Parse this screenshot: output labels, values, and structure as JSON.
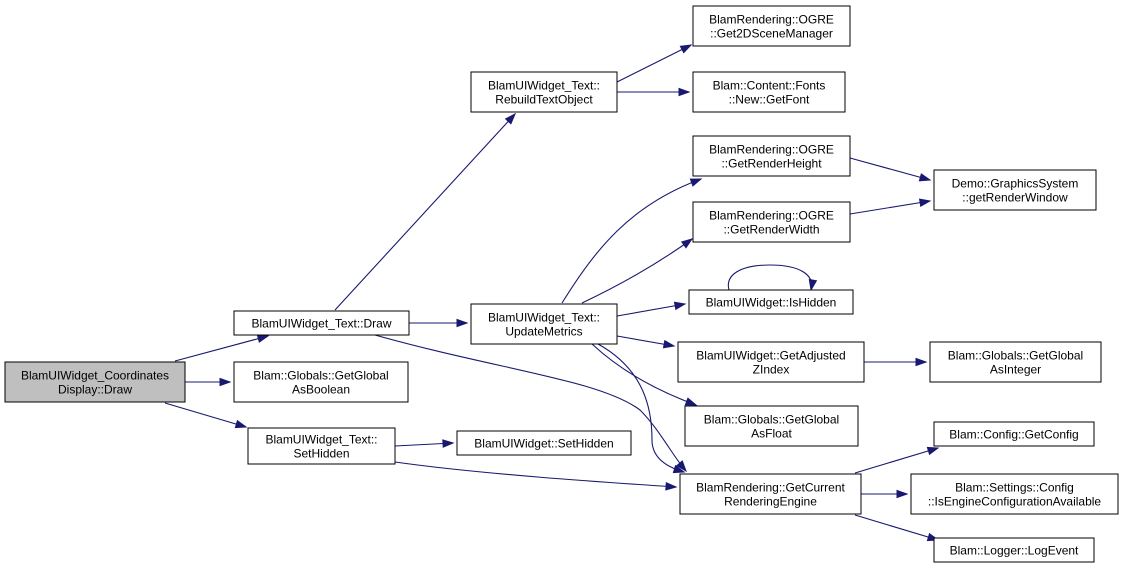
{
  "colors": {
    "edge": "#191970",
    "node_fill": "#ffffff",
    "root_fill": "#bfbfbf",
    "node_border": "#000000",
    "background": "#ffffff"
  },
  "nodes": [
    {
      "id": "root",
      "lines": [
        "BlamUIWidget_Coordinates",
        "Display::Draw"
      ],
      "root": true
    },
    {
      "id": "text_draw",
      "lines": [
        "BlamUIWidget_Text::Draw"
      ]
    },
    {
      "id": "get_bool",
      "lines": [
        "Blam::Globals::GetGlobal",
        "AsBoolean"
      ]
    },
    {
      "id": "text_sethidden",
      "lines": [
        "BlamUIWidget_Text::",
        "SetHidden"
      ]
    },
    {
      "id": "rebuild",
      "lines": [
        "BlamUIWidget_Text::",
        "RebuildTextObject"
      ]
    },
    {
      "id": "update",
      "lines": [
        "BlamUIWidget_Text::",
        "UpdateMetrics"
      ]
    },
    {
      "id": "widget_sethidden",
      "lines": [
        "BlamUIWidget::SetHidden"
      ]
    },
    {
      "id": "get2d",
      "lines": [
        "BlamRendering::OGRE",
        "::Get2DSceneManager"
      ]
    },
    {
      "id": "getfont",
      "lines": [
        "Blam::Content::Fonts",
        "::New::GetFont"
      ]
    },
    {
      "id": "renderheight",
      "lines": [
        "BlamRendering::OGRE",
        "::GetRenderHeight"
      ]
    },
    {
      "id": "renderwidth",
      "lines": [
        "BlamRendering::OGRE",
        "::GetRenderWidth"
      ]
    },
    {
      "id": "ishidden",
      "lines": [
        "BlamUIWidget::IsHidden"
      ]
    },
    {
      "id": "zindex",
      "lines": [
        "BlamUIWidget::GetAdjusted",
        "ZIndex"
      ]
    },
    {
      "id": "get_float",
      "lines": [
        "Blam::Globals::GetGlobal",
        "AsFloat"
      ]
    },
    {
      "id": "engine",
      "lines": [
        "BlamRendering::GetCurrent",
        "RenderingEngine"
      ]
    },
    {
      "id": "renderwindow",
      "lines": [
        "Demo::GraphicsSystem",
        "::getRenderWindow"
      ]
    },
    {
      "id": "get_int",
      "lines": [
        "Blam::Globals::GetGlobal",
        "AsInteger"
      ]
    },
    {
      "id": "getconfig",
      "lines": [
        "Blam::Config::GetConfig"
      ]
    },
    {
      "id": "engineconfig",
      "lines": [
        "Blam::Settings::Config",
        "::IsEngineConfigurationAvailable"
      ]
    },
    {
      "id": "logevent",
      "lines": [
        "Blam::Logger::LogEvent"
      ]
    }
  ],
  "edges": [
    {
      "from": "root",
      "to": "text_draw"
    },
    {
      "from": "root",
      "to": "get_bool"
    },
    {
      "from": "root",
      "to": "text_sethidden"
    },
    {
      "from": "text_draw",
      "to": "rebuild"
    },
    {
      "from": "text_draw",
      "to": "update"
    },
    {
      "from": "text_draw",
      "to": "engine"
    },
    {
      "from": "text_sethidden",
      "to": "widget_sethidden"
    },
    {
      "from": "text_sethidden",
      "to": "engine"
    },
    {
      "from": "rebuild",
      "to": "get2d"
    },
    {
      "from": "rebuild",
      "to": "getfont"
    },
    {
      "from": "update",
      "to": "renderheight"
    },
    {
      "from": "update",
      "to": "renderwidth"
    },
    {
      "from": "update",
      "to": "ishidden"
    },
    {
      "from": "update",
      "to": "zindex"
    },
    {
      "from": "update",
      "to": "get_float"
    },
    {
      "from": "update",
      "to": "engine"
    },
    {
      "from": "renderheight",
      "to": "renderwindow"
    },
    {
      "from": "renderwidth",
      "to": "renderwindow"
    },
    {
      "from": "ishidden",
      "to": "ishidden"
    },
    {
      "from": "zindex",
      "to": "get_int"
    },
    {
      "from": "engine",
      "to": "getconfig"
    },
    {
      "from": "engine",
      "to": "engineconfig"
    },
    {
      "from": "engine",
      "to": "logevent"
    }
  ]
}
